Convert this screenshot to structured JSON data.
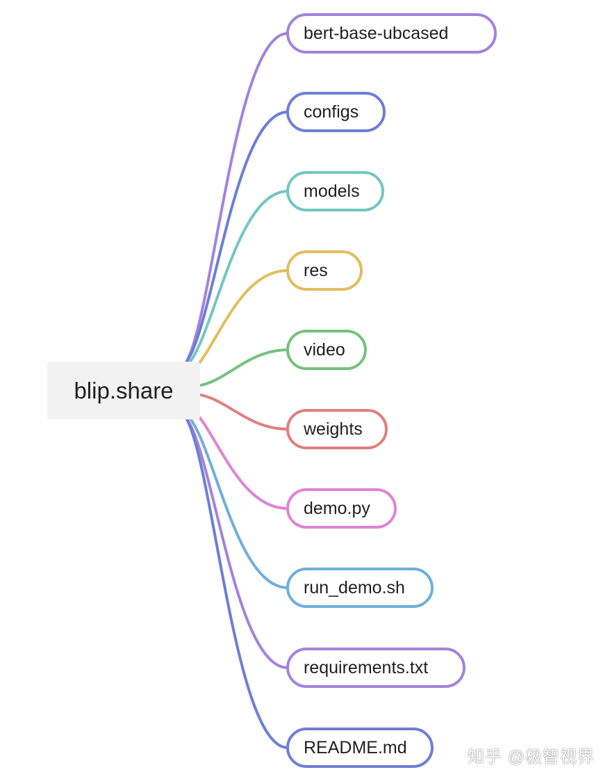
{
  "root": {
    "label": "blip.share"
  },
  "children": [
    {
      "label": "bert-base-ubcased",
      "color": "#a283dc"
    },
    {
      "label": "configs",
      "color": "#6e7ed6"
    },
    {
      "label": "models",
      "color": "#72c6c2"
    },
    {
      "label": "res",
      "color": "#e1bd5e"
    },
    {
      "label": "video",
      "color": "#74c17e"
    },
    {
      "label": "weights",
      "color": "#df7f7e"
    },
    {
      "label": "demo.py",
      "color": "#e083d4"
    },
    {
      "label": "run_demo.sh",
      "color": "#6eafdb"
    },
    {
      "label": "requirements.txt",
      "color": "#a283dc"
    },
    {
      "label": "README.md",
      "color": "#6e7ed6"
    }
  ],
  "watermark": {
    "text": "知乎 @极智视界"
  }
}
